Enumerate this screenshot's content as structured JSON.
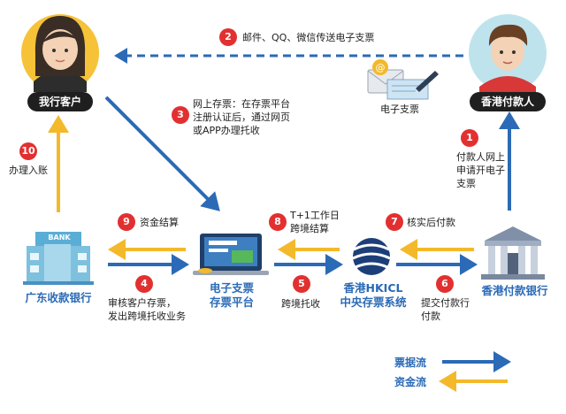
{
  "nodes": {
    "customer": "我行客户",
    "payer": "香港付款人",
    "guangdong_bank": "广东收款银行",
    "platform": "电子支票\n存票平台",
    "hkicl": "香港HKICL\n中央存票系统",
    "hk_bank": "香港付款银行",
    "echeque": "电子支票",
    "bank_sign": "BANK"
  },
  "steps": [
    {
      "num": "1",
      "text": "付款人网上\n申请开电子\n支票"
    },
    {
      "num": "2",
      "text": "邮件、QQ、微信传送电子支票"
    },
    {
      "num": "3",
      "text": "网上存票：在存票平台\n注册认证后，通过网页\n或APP办理托收"
    },
    {
      "num": "4",
      "text": "审核客户存票，\n发出跨境托收业务"
    },
    {
      "num": "5",
      "text": "跨境托收"
    },
    {
      "num": "6",
      "text": "提交付款行\n付款"
    },
    {
      "num": "7",
      "text": "核实后付款"
    },
    {
      "num": "8",
      "text": "T+1工作日\n跨境结算"
    },
    {
      "num": "9",
      "text": "资金结算"
    },
    {
      "num": "10",
      "text": "办理入账"
    }
  ],
  "legend": {
    "bill_flow": "票据流",
    "fund_flow": "资金流"
  },
  "colors": {
    "bill_flow": "#2b6ab6",
    "fund_flow": "#f3b92a",
    "step_badge": "#e23030"
  }
}
